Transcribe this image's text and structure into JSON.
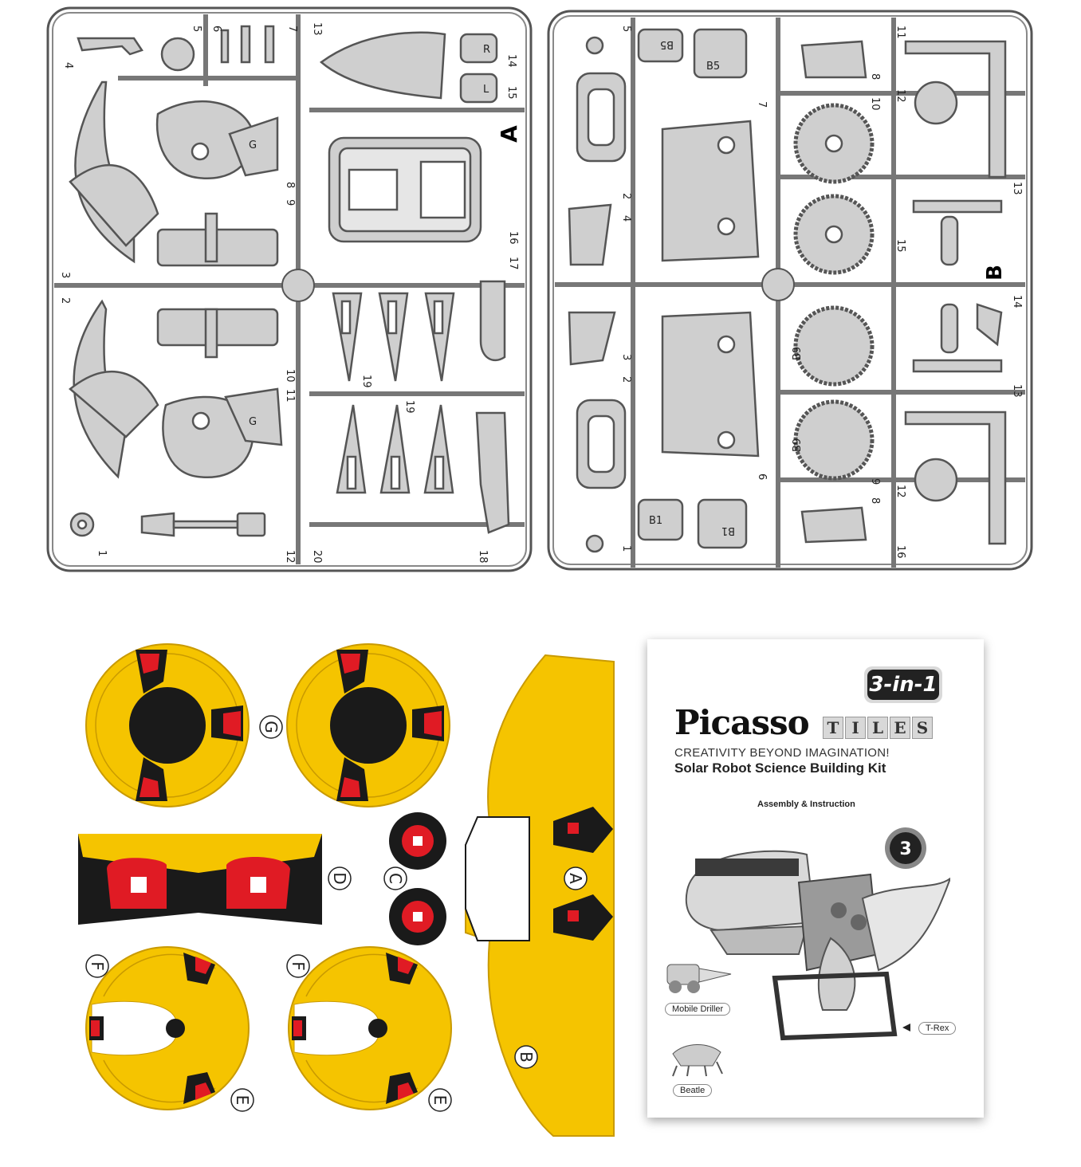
{
  "sprue_a": {
    "letter": "A",
    "labels": [
      "4",
      "5",
      "6",
      "7",
      "13",
      "14",
      "15",
      "8",
      "9",
      "16",
      "17",
      "3",
      "2",
      "10",
      "11",
      "19",
      "19",
      "1",
      "12",
      "20",
      "18",
      "R",
      "L",
      "G",
      "G"
    ]
  },
  "sprue_b": {
    "letter": "B",
    "labels": [
      "5",
      "11",
      "12",
      "10",
      "8",
      "7",
      "2",
      "4",
      "13",
      "15",
      "14",
      "3",
      "2",
      "6",
      "9",
      "8",
      "12",
      "13",
      "16",
      "1"
    ],
    "tags": [
      "B5",
      "B5",
      "B1",
      "B1",
      "B9",
      "B9"
    ]
  },
  "stickers": {
    "letters": [
      "G",
      "D",
      "C",
      "A",
      "F",
      "F",
      "E",
      "E",
      "B"
    ]
  },
  "booklet": {
    "badge": "3-in-1",
    "brand_script": "Picasso",
    "brand_tiles": [
      "T",
      "I",
      "L",
      "E",
      "S"
    ],
    "tagline": "CREATIVITY BEYOND IMAGINATION!",
    "title": "Solar Robot Science Building Kit",
    "subtitle": "Assembly & Instruction",
    "models": [
      "Mobile Driller",
      "T-Rex",
      "Beatle"
    ]
  },
  "colors": {
    "sprue_gray": "#cfcfcf",
    "sprue_outline": "#555555",
    "sticker_yellow": "#f5c400",
    "sticker_black": "#1a1a1a",
    "sticker_red": "#e01b24"
  }
}
